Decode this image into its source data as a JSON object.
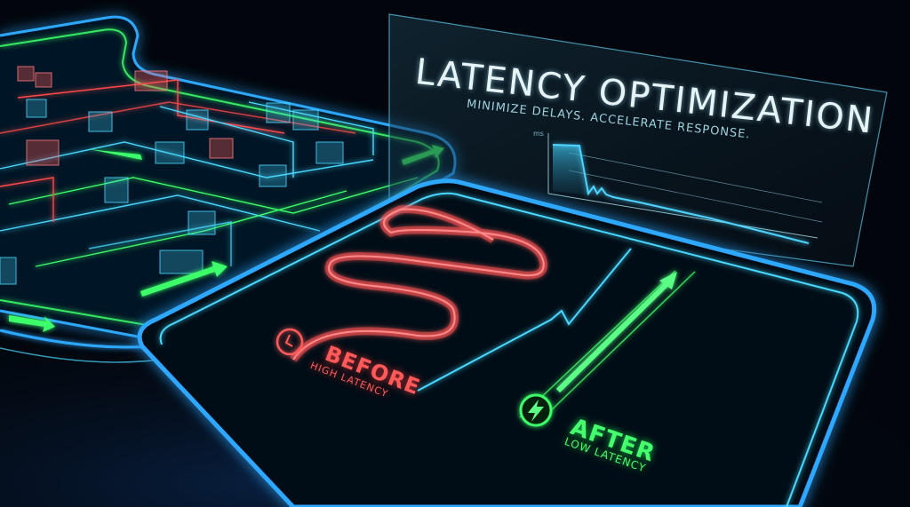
{
  "scene": {
    "background": "#02060c",
    "colors": {
      "blue_neon": "#2fa8ff",
      "cyan_neon": "#48d8ff",
      "green_neon": "#3dff6a",
      "red_neon": "#ff4a4a"
    }
  },
  "panel": {
    "title": "LATENCY OPTIMIZATION",
    "subtitle": "MINIMIZE DELAYS. ACCELERATE RESPONSE.",
    "chart": {
      "y_unit": "ms",
      "description": "Latency line dropping sharply from a high plateau to a low steady level"
    }
  },
  "chart_data": {
    "type": "area",
    "title": "",
    "xlabel": "",
    "ylabel": "ms",
    "x": [
      0,
      1,
      2,
      3,
      4,
      5,
      6,
      7,
      8,
      9,
      10,
      12,
      16,
      20,
      28
    ],
    "values": [
      90,
      90,
      90,
      20,
      28,
      15,
      22,
      10,
      12,
      8,
      8,
      6,
      5,
      4,
      3
    ],
    "grid": true
  },
  "before": {
    "title": "BEFORE",
    "subtitle": "HIGH LATENCY",
    "icon": "clock-icon",
    "path": "winding-red-path"
  },
  "after": {
    "title": "AFTER",
    "subtitle": "LOW LATENCY",
    "icon": "lightning-bolt-icon",
    "path": "straight-green-arrow"
  }
}
